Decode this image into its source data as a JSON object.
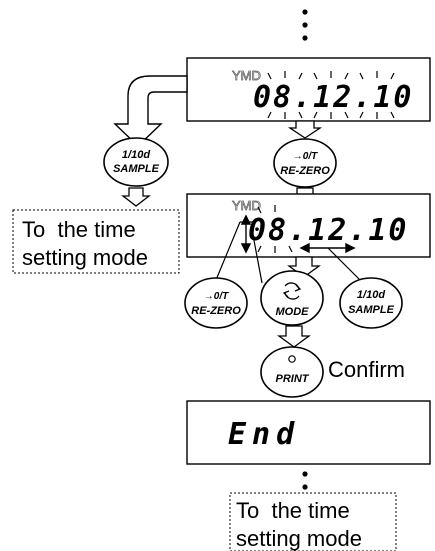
{
  "display1": {
    "indicator": "YMD",
    "date": "08.12.10"
  },
  "display2": {
    "indicator": "YMD",
    "date": "08.12.10"
  },
  "display3": {
    "text": "End"
  },
  "buttons": {
    "sample_top": {
      "line1": "1/10d",
      "line2": "SAMPLE"
    },
    "rezero_top": {
      "line1": "→0/T",
      "line2": "RE-ZERO"
    },
    "rezero_left": {
      "line1": "→0/T",
      "line2": "RE-ZERO"
    },
    "mode": {
      "icon": "cycle-icon",
      "line2": "MODE"
    },
    "sample_right": {
      "line1": "1/10d",
      "line2": "SAMPLE"
    },
    "print": {
      "icon": "circle-icon",
      "line2": "PRINT"
    }
  },
  "labels": {
    "confirm": "Confirm",
    "time_box_left": {
      "line1": "To  the time",
      "line2": "setting mode"
    },
    "time_box_bottom": {
      "line1": "To  the time",
      "line2": "setting mode"
    }
  },
  "colors": {
    "ink": "#000000",
    "display_bg": "#ffffff",
    "faint": "#9a9a9a"
  }
}
